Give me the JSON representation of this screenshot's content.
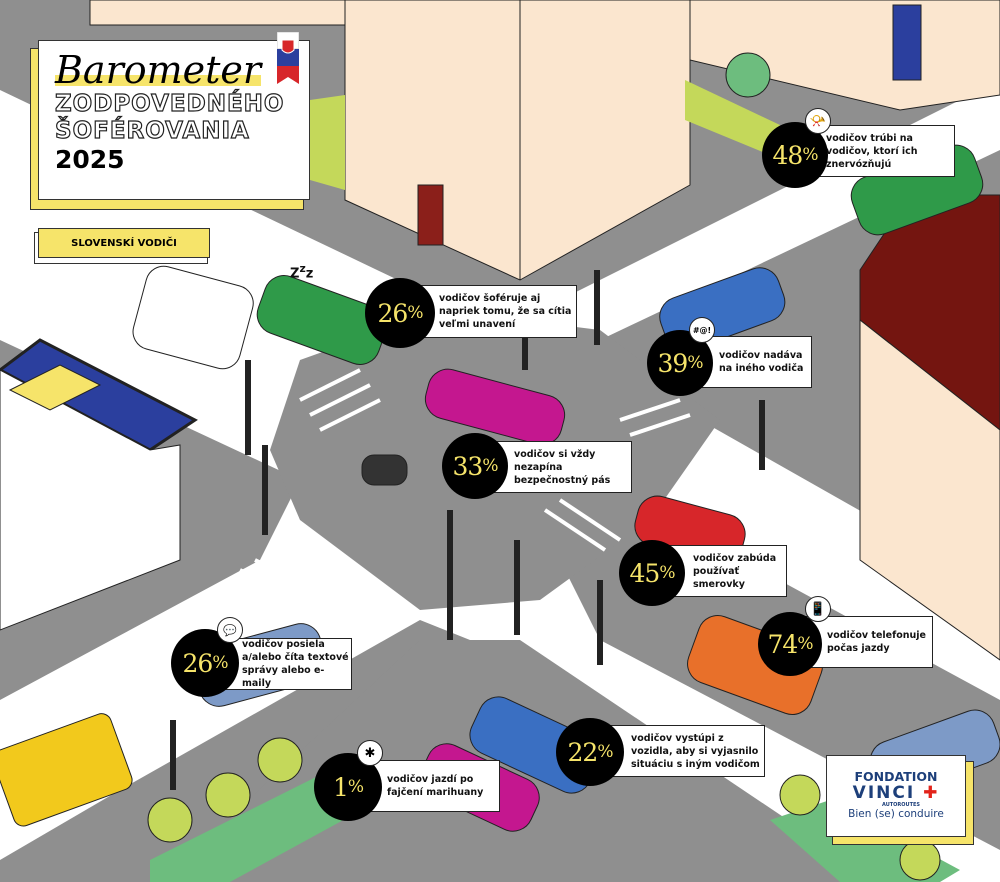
{
  "title": {
    "main": "Barometer",
    "line1": "ZODPOVEDNÉHO",
    "line2": "ŠOFÉROVANIA",
    "year": "2025",
    "flag_icon": "slovak-flag-ribbon"
  },
  "region_label": "SLOVENSKÍ VODIČI",
  "stats": [
    {
      "id": "honking",
      "percent": "48",
      "sign": "%",
      "text": "vodičov trúbi na vodičov, ktorí ich znervózňujú",
      "icon": "horn-icon"
    },
    {
      "id": "tired",
      "percent": "26",
      "sign": "%",
      "text": "vodičov šoféruje aj napriek tomu, že sa cítia veľmi unavení",
      "icon": "sleep-zzz-icon"
    },
    {
      "id": "swearing",
      "percent": "39",
      "sign": "%",
      "text": "vodičov nadáva na iného vodiča",
      "icon": "swear-bubble-icon"
    },
    {
      "id": "seatbelt",
      "percent": "33",
      "sign": "%",
      "text": "vodičov si vždy nezapína bezpečnostný pás",
      "icon": ""
    },
    {
      "id": "signals",
      "percent": "45",
      "sign": "%",
      "text": "vodičov zabúda používať smerovky",
      "icon": ""
    },
    {
      "id": "phone",
      "percent": "74",
      "sign": "%",
      "text": "vodičov telefonuje počas jazdy",
      "icon": "phone-icon"
    },
    {
      "id": "texting",
      "percent": "26",
      "sign": "%",
      "text": "vodičov posiela a/alebo číta textové správy alebo e-maily",
      "icon": "message-icon"
    },
    {
      "id": "confront",
      "percent": "22",
      "sign": "%",
      "text": "vodičov vystúpi z vozidla, aby si vyjasnilo situáciu s iným vodičom",
      "icon": ""
    },
    {
      "id": "marijuana",
      "percent": "1",
      "sign": "%",
      "text": "vodičov jazdí po fajčení marihuany",
      "icon": "cannabis-leaf-icon"
    }
  ],
  "logo": {
    "line1": "FONDATION",
    "brand": "VINCI",
    "sub": "AUTOROUTES",
    "slogan": "Bien (se) conduire"
  },
  "colors": {
    "accent_yellow": "#f6e46a",
    "road": "#8f8f8f",
    "sidewalk": "#ffffff",
    "building": "#fbe6cf",
    "roof_red": "#741510",
    "roof_blue": "#2b3f9e"
  }
}
